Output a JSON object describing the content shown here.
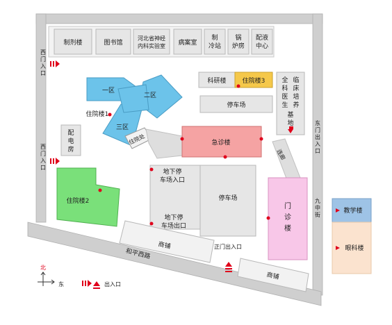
{
  "map": {
    "compass_label": "北",
    "east_label": "东",
    "entrance_legend": "出入口",
    "buildings": {
      "pharmacy": "制剂楼",
      "library": "图书馆",
      "lab_line1": "河北省神经",
      "lab_line2": "内科实验室",
      "pathology": "病案室",
      "cold_line1": "制",
      "cold_line2": "冷站",
      "boiler_line1": "锅",
      "boiler_line2": "炉房",
      "infusion_line1": "配液",
      "infusion_line2": "中心",
      "research": "科研楼",
      "inpatient3": "住院楼3",
      "base_col1": "全科医生临床培养基地",
      "parking_top": "停车场",
      "ward_1": "一区",
      "ward_2": "二区",
      "ward_3": "三区",
      "inpatient1": "住院楼1",
      "inpatient_office": "住院处",
      "power_room": "配电房",
      "emergency": "急诊楼",
      "corridor": "连廊",
      "under_entry_line1": "地下停",
      "under_entry_line2": "车场入口",
      "under_exit_line1": "地下停",
      "under_exit_line2": "车场出口",
      "parking_main": "停车场",
      "outpatient_1": "门",
      "outpatient_2": "诊",
      "outpatient_3": "楼",
      "inpatient2": "住院楼2",
      "shops_left": "商铺",
      "shops_right": "商铺",
      "south_gate": "正门出入口",
      "heping_road": "和平西路",
      "west_gate_top": "西门入口",
      "west_gate_bottom": "西门入口",
      "east_gate": "东门出入口",
      "jiuzhong_street": "九中街",
      "teaching": "教学楼",
      "eye_hospital": "眼科楼"
    },
    "colors": {
      "wall": "#cfcfcf",
      "building_gray": "#e6e6e6",
      "inpatient1_blue": "#6cc3ea",
      "inpatient2_green": "#7ae07a",
      "emergency_pink": "#f5a3a3",
      "outpatient_pink": "#f8c7e8",
      "inpatient3_yellow": "#f5c84a",
      "teaching_blue": "#9ec3e6",
      "eye_beige": "#fbe3cf",
      "entrance_red": "#e0001b"
    }
  }
}
